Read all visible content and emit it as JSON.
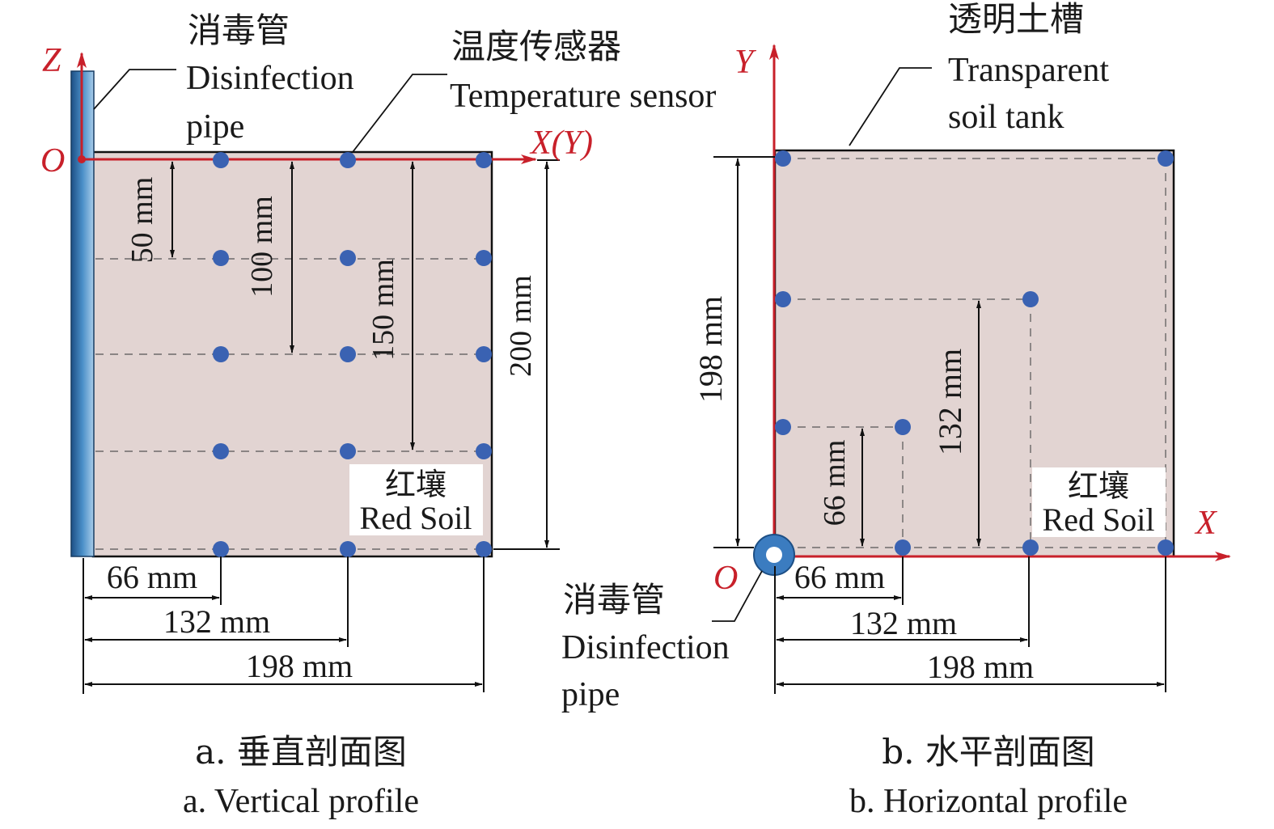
{
  "vertical": {
    "pipe_label_cn": "消毒管",
    "pipe_label_en1": "Disinfection",
    "pipe_label_en2": "pipe",
    "sensor_label_cn": "温度传感器",
    "sensor_label_en": "Temperature sensor",
    "axis_z": "Z",
    "axis_xy": "X(Y)",
    "origin": "O",
    "dim_50": "50 mm",
    "dim_100": "100 mm",
    "dim_150": "150 mm",
    "dim_200": "200 mm",
    "dim_66": "66 mm",
    "dim_132": "132 mm",
    "dim_198": "198 mm",
    "soil_cn": "红壤",
    "soil_en": "Red Soil",
    "caption_cn": "a. 垂直剖面图",
    "caption_en": "a. Vertical profile"
  },
  "horizontal": {
    "tank_label_cn": "透明土槽",
    "tank_label_en1": "Transparent",
    "tank_label_en2": "soil tank",
    "axis_y": "Y",
    "axis_x": "X",
    "origin": "O",
    "dim_198v": "198 mm",
    "dim_132v": "132 mm",
    "dim_66v": "66 mm",
    "dim_66": "66 mm",
    "dim_132": "132 mm",
    "dim_198": "198 mm",
    "soil_cn": "红壤",
    "soil_en": "Red Soil",
    "pipe_label_cn": "消毒管",
    "pipe_label_en1": "Disinfection",
    "pipe_label_en2": "pipe",
    "caption_cn": "b. 水平剖面图",
    "caption_en": "b. Horizontal profile"
  },
  "colors": {
    "soil": "#e2d4d2",
    "sensor": "#3a62b2",
    "axis": "#c8202a",
    "pipe": "#2a6aa6"
  }
}
